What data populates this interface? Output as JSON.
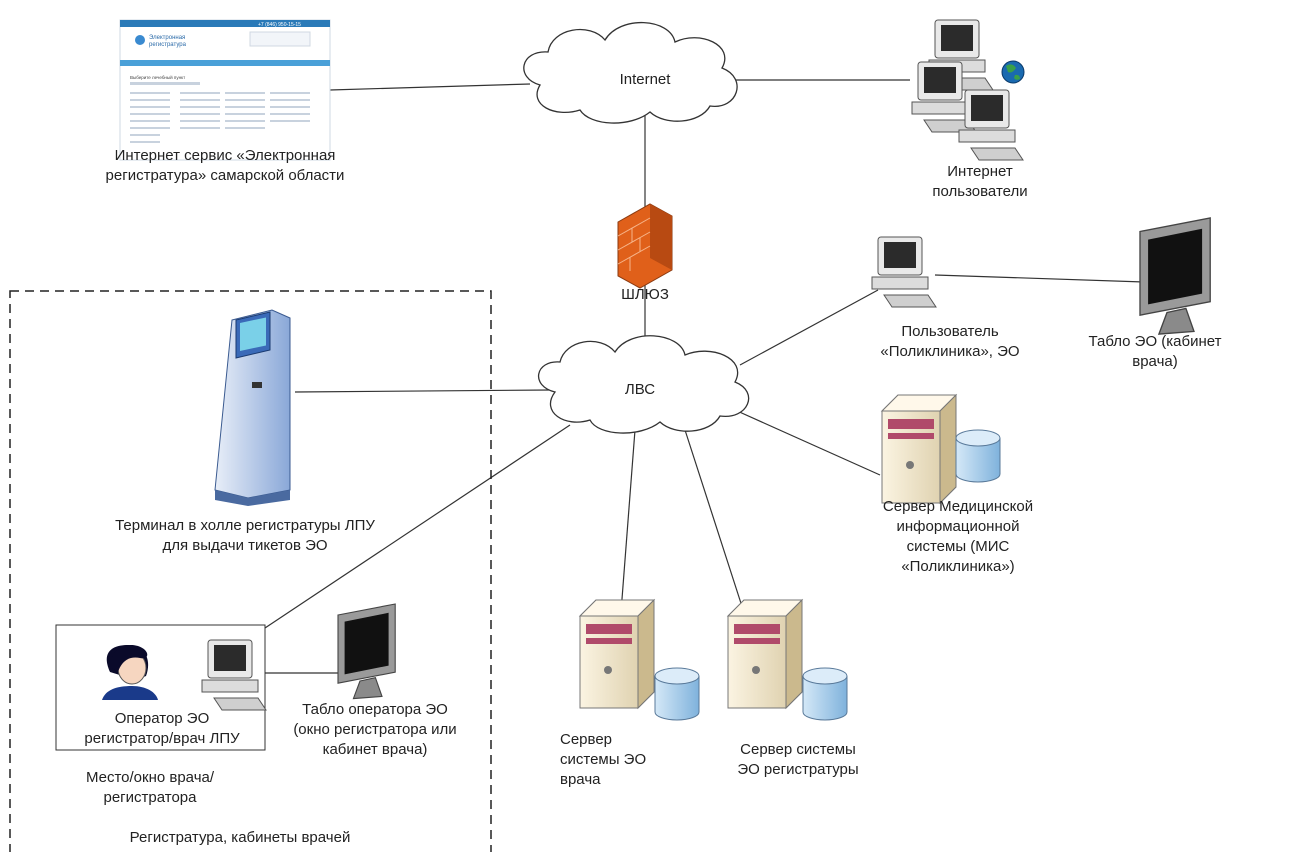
{
  "nodes": {
    "internet": {
      "label": "Internet"
    },
    "lan": {
      "label": "ЛВС"
    },
    "gateway": {
      "label": "ШЛЮЗ"
    },
    "web_service": {
      "label": "Интернет сервис «Электронная\nрегистратура» самарской области",
      "thumbnail": {
        "brand": "Электронная\nрегистратура",
        "phone": "+7 (846) 950-15-15",
        "heading": "Выберите лечебный пункт"
      }
    },
    "internet_users": {
      "label": "Интернет\nпользователи"
    },
    "polyclinic_user": {
      "label": "Пользователь\n«Поликлиника», ЭО"
    },
    "doctor_board": {
      "label": "Табло ЭО (кабинет\nврача)"
    },
    "mis_server": {
      "label": "Сервер Медицинской\nинформационной\nсистемы (МИС\n«Поликлиника»)"
    },
    "doctor_server": {
      "label": "Сервер\nсистемы ЭО\nврача"
    },
    "registry_server": {
      "label": "Сервер системы\nЭО регистратуры"
    },
    "terminal": {
      "label": "Терминал в холле регистратуры ЛПУ\nдля выдачи тикетов ЭО"
    },
    "operator": {
      "label": "Оператор ЭО\nрегистратор/врач ЛПУ"
    },
    "operator_board": {
      "label": "Табло оператора ЭО\n(окно регистратора или\nкабинет врача)"
    },
    "workplace": {
      "label": "Место/окно врача/\nрегистратора"
    },
    "zone": {
      "label": "Регистратура, кабинеты врачей"
    }
  },
  "colors": {
    "line": "#333333",
    "cloud_fill": "#ffffff",
    "firewall": "#e0601a",
    "monitor": "#8a8a8a",
    "screen": "#222222",
    "server_body": "#f0e6cc",
    "server_accent": "#b04a6a",
    "db": "#a9cdea",
    "kiosk": "#5f8fd0"
  }
}
